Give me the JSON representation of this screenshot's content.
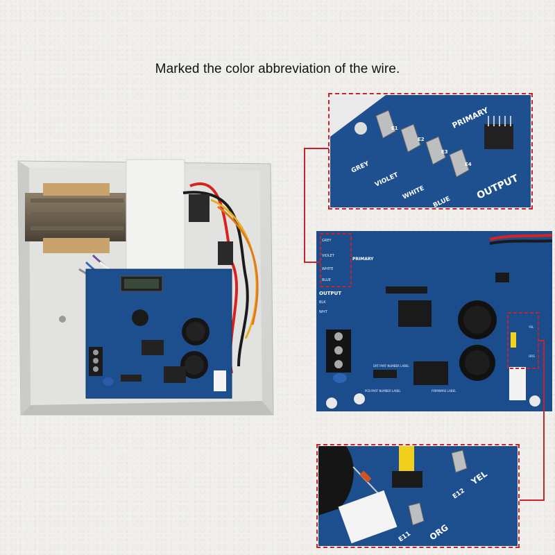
{
  "caption": "Marked the color abbreviation of the wire.",
  "colors": {
    "highlight": "#c8232c",
    "pcb_blue": "#1b4d8c",
    "enclosure": "#dcdddb"
  },
  "top_zoom": {
    "labels": [
      "GREY",
      "VIOLET",
      "WHITE",
      "BLUE",
      "PRIMARY",
      "E1",
      "E2",
      "E3",
      "E4",
      "OUTPUT"
    ]
  },
  "board": {
    "side_labels": [
      "GREY",
      "VIOLET",
      "WHITE",
      "BLUE"
    ],
    "primary": "PRIMARY",
    "output": "OUTPUT",
    "blk": "BLK",
    "wht": "WHT",
    "yel": "YEL",
    "org": "ORG",
    "part_number": "DRT PART NUMBER LABEL",
    "pcb_part_number": "PCB PART NUMBER LABEL",
    "firmware": "FIRMWARE LABEL"
  },
  "bottom_zoom": {
    "labels": [
      "YEL",
      "ORG",
      "E12",
      "E11"
    ]
  }
}
